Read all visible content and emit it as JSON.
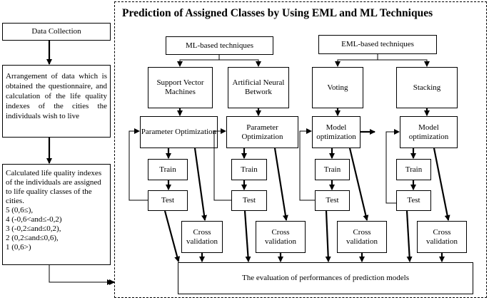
{
  "title": "Prediction of Assigned Classes by Using EML and ML Techniques",
  "left_column": {
    "data_collection": "Data Collection",
    "arrangement": "Arrangement of data which is obtained the questionnaire, and calculation of the life quality indexes of the cities the individuals wish to live",
    "calculated": "Calculated life quality indexes of the individuals are assigned to life quality classes of the cities.",
    "classes": [
      "5 (0,6≤),",
      "4 (-0,6<and≤-0,2)",
      "3 (-0,2≤and≤0,2),",
      "2 (0,2≤and≤0,6),",
      "1 (0,6>)"
    ]
  },
  "groups": {
    "ml_label": "ML-based techniques",
    "eml_label": "EML-based techniques"
  },
  "columns": [
    {
      "method": "Support Vector Machines",
      "optimization": "Parameter Optimization",
      "train": "Train",
      "test": "Test",
      "cross": "Cross validation"
    },
    {
      "method": "Artificial Neural Betwork",
      "optimization": "Parameter Optimization",
      "train": "Train",
      "test": "Test",
      "cross": "Cross validation"
    },
    {
      "method": "Voting",
      "optimization": "Model optimization",
      "train": "Train",
      "test": "Test",
      "cross": "Cross validation"
    },
    {
      "method": "Stacking",
      "optimization": "Model optimization",
      "train": "Train",
      "test": "Test",
      "cross": "Cross validation"
    }
  ],
  "evaluation": "The evaluation of performances of prediction models"
}
